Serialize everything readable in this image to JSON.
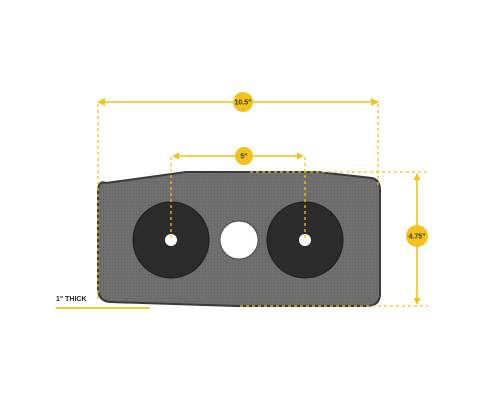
{
  "dimensions": {
    "overall_width": "10.5\"",
    "hole_spacing": "5\"",
    "height": "4.75\"",
    "thickness": "1\" THICK"
  },
  "colors": {
    "accent": "#f2c31b",
    "plate_fill": "#6f6f6f",
    "plate_stroke": "#3a3a3a",
    "pad_fill": "#2a2a2a",
    "center_hole": "#ffffff",
    "background": "#ffffff"
  },
  "parts": {
    "plate": "rounded-rectangle",
    "left_pad": "circular-pad",
    "right_pad": "circular-pad",
    "center_hole": "circular-hole"
  }
}
